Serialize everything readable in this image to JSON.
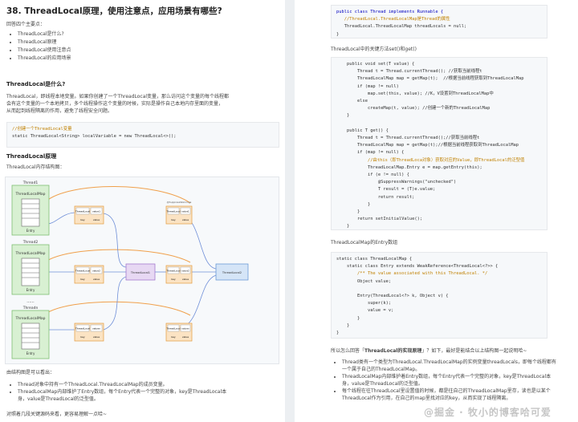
{
  "left": {
    "title": "38. ThreadLocal原理，使用注意点，应用场景有哪些?",
    "intro": "回答四个主要点：",
    "points": [
      "ThreadLocal是什么?",
      "ThreadLocal原理",
      "ThreadLocal使用注意点",
      "ThreadLocal的应用场景"
    ],
    "what_heading": "ThreadLocal是什么?",
    "what_para": [
      "ThreadLocal，即线程本地变量。如果你创建了一个ThreadLocal变量，那么访问这个变量的每个线程都",
      "会有这个变量的一个本地拷贝，多个线程操作这个变量的时候，实际是操作自己本地内存里面的变量，",
      "从而起到线程隔离的作用，避免了线程安全问题。"
    ],
    "code1_comment": "//创建一个ThreadLocal变量",
    "code1_line": "static ThreadLocal<String> localVariable = new ThreadLocal<>();",
    "principle_heading": "ThreadLocal原理",
    "diagram_caption": "ThreadLocal内存结构图：",
    "diagram": {
      "threads": [
        "Thread1",
        "Thread2",
        "Threadn"
      ],
      "map_label": "ThreadLocalMap",
      "entry_label": "Entry",
      "ellipsis": "......",
      "tl_label": "ThreadLocal",
      "key_label": "key",
      "value_label": "value",
      "value_items": [
        "value1",
        "value2",
        "valuen"
      ],
      "shared": [
        "ThreadLocal1",
        "ThreadLocal2"
      ],
      "annotation": "@SuppressWarnings"
    },
    "after_caption": "由结构图是可以看出：",
    "after_points": [
      "Thread对象中持有一个ThreadLocal.ThreadLocalMap的成员变量。",
      "ThreadLocalMap内部维护了Entry数组，每个Entry代表一个完整的对象，key是ThreadLocal本",
      "身，value是ThreadLocal的泛型值。"
    ],
    "footer": "对照着几段关键源码来看，更容易理解一点哈~"
  },
  "right": {
    "code_top": {
      "l1": "public class Thread implements Runnable {",
      "l2": "   //ThreadLocal.ThreadLocalMap是Thread的属性",
      "l3": "   ThreadLocal.ThreadLocalMap threadLocals = null;",
      "l4": "}"
    },
    "caption1": "ThreadLocal中的关键方法set()和get()",
    "code_mid": [
      "    public void set(T value) {",
      "        Thread t = Thread.currentThread(); //获取当前线程t",
      "        ThreadLocalMap map = getMap(t);  //根据当前线程获取到ThreadLocalMap",
      "        if (map != null)",
      "            map.set(this, value); //K，V设置到ThreadLocalMap中",
      "        else",
      "            createMap(t, value); //创建一个新的ThreadLocalMap",
      "    }",
      "",
      "    public T get() {",
      "        Thread t = Thread.currentThread();//获取当前线程t",
      "        ThreadLocalMap map = getMap(t);//根据当前线程获取到ThreadLocalMap",
      "        if (map != null) {",
      "            //由this（即ThreadLoca对象）获取对应的Value，即ThreadLocal的泛型值",
      "            ThreadLocalMap.Entry e = map.getEntry(this);",
      "            if (e != null) {",
      "                @SuppressWarnings(\"unchecked\")",
      "                T result = (T)e.value;",
      "                return result;",
      "            }",
      "        }",
      "        return setInitialValue();",
      "    }"
    ],
    "caption2": "ThreadLocalMap的Entry数组",
    "code_bot": [
      "static class ThreadLocalMap {",
      "    static class Entry extends WeakReference<ThreadLocal<?>> {",
      "        /** The value associated with this ThreadLocal. */",
      "        Object value;",
      "",
      "        Entry(ThreadLocal<?> k, Object v) {",
      "            super(k);",
      "            value = v;",
      "        }",
      "    }",
      "}"
    ],
    "caption3_a": "所以怎么回答「",
    "caption3_b": "ThreadLocal的实现原理",
    "caption3_c": "」？如下，最好是能结合以上结构图一起说明哈~",
    "points": [
      "Thread类有一个类型为ThreadLocal.ThreadLocalMap的实例变量threadLocals，即每个线程都有",
      "一个属于自己的ThreadLocalMap。",
      "ThreadLocalMap内部维护着Entry数组，每个Entry代表一个完整的对象，key是ThreadLocal本",
      "身，value是ThreadLocal的泛型值。",
      "每个线程在往ThreadLocal里设置值的时候，都是往自己的ThreadLocalMap里存，读也是以某个",
      "ThreadLocal作为引用，在自己的map里找对应的key，从而实现了线程隔离。"
    ],
    "watermark": "@掘金 · 牧小的博客哈可爱"
  },
  "colors": {
    "code_bg": "#f6f8fa",
    "keyword": "#0000c0",
    "comment": "#c08000",
    "thread_green": "#d8f0d2",
    "tl_orange": "#fbe3c3",
    "tl_purple": "#e7d8f3",
    "tl_blue": "#d5e5f7"
  }
}
